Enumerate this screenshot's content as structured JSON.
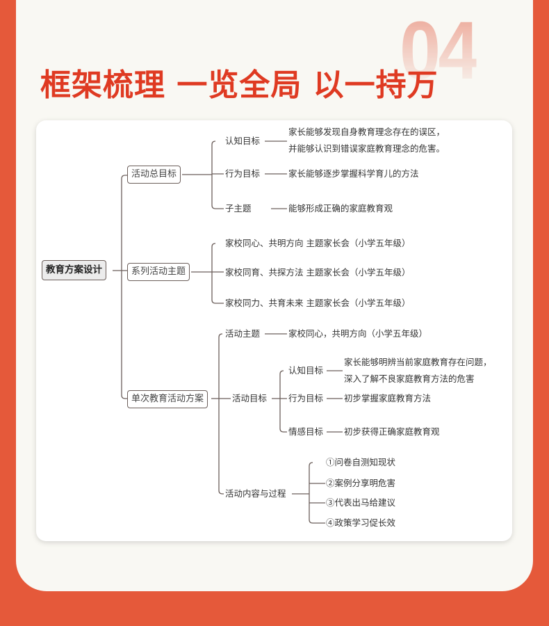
{
  "header": {
    "number": "04",
    "title": "框架梳理 一览全局 以一持万"
  },
  "diagram": {
    "root": "教育方案设计",
    "b1": {
      "label": "活动总目标",
      "c1": "认知目标",
      "c1_text1": "家长能够发现自身教育理念存在的误区，",
      "c1_text2": "并能够认识到错误家庭教育理念的危害。",
      "c2": "行为目标",
      "c2_text": "家长能够逐步掌握科学育儿的方法",
      "c3": "子主题",
      "c3_text": "能够形成正确的家庭教育观"
    },
    "b2": {
      "label": "系列活动主题",
      "items": [
        "家校同心、共明方向  主题家长会（小学五年级）",
        "家校同育、共探方法  主题家长会（小学五年级）",
        "家校同力、共育未来  主题家长会（小学五年级）"
      ]
    },
    "b3": {
      "label": "单次教育活动方案",
      "theme": "活动主题",
      "theme_text": "家校同心，共明方向（小学五年级）",
      "goal": "活动目标",
      "g1": "认知目标",
      "g1_text1": "家长能够明辨当前家庭教育存在问题，",
      "g1_text2": "深入了解不良家庭教育方法的危害",
      "g2": "行为目标",
      "g2_text": "初步掌握家庭教育方法",
      "g3": "情感目标",
      "g3_text": "初步获得正确家庭教育观",
      "process": "活动内容与过程",
      "steps": [
        "①问卷自测知现状",
        "②案例分享明危害",
        "③代表出马给建议",
        "④政策学习促长效"
      ]
    }
  }
}
